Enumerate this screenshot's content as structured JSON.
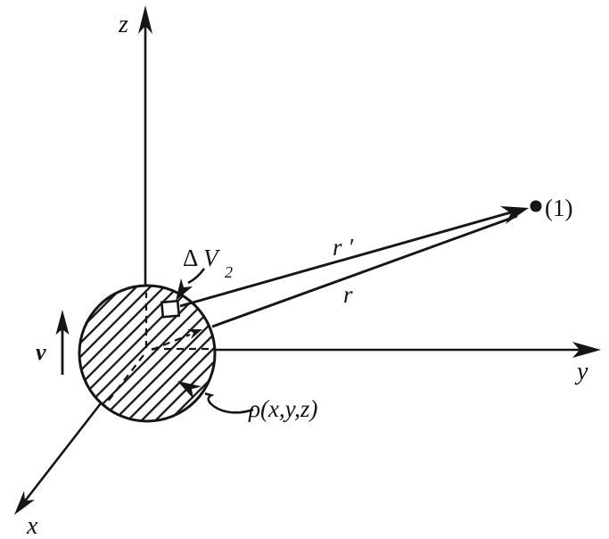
{
  "figure": {
    "colors": {
      "ink": "#151515",
      "background": "#ffffff"
    },
    "axes": {
      "z_label": "z",
      "y_label": "y",
      "x_label": "x"
    },
    "vectors": {
      "r_label": "r",
      "r_prime_label": "r ′",
      "velocity_label": "v"
    },
    "field_point": {
      "label": "(1)"
    },
    "volume_element": {
      "delta": "Δ",
      "v": "V",
      "subscript": "2"
    },
    "charge_density": {
      "label": "ρ(x,y,z)"
    }
  }
}
